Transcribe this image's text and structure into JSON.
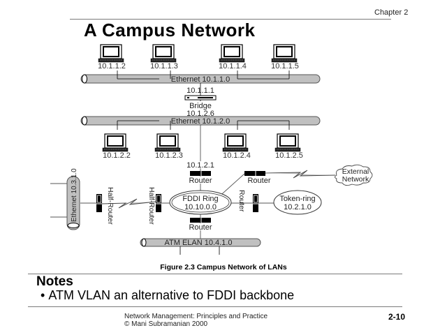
{
  "header": {
    "chapter": "Chapter 2",
    "title": "A Campus Network"
  },
  "diagram": {
    "segments": {
      "eth1": "Ethernet 10.1.1.0",
      "eth2": "Ethernet 10.1.2.0",
      "eth3": "Ethernet 10.3.1.0",
      "atm": "ATM ELAN 10.4.1.0"
    },
    "hosts_row1": [
      "10.1.1.2",
      "10.1.1.3",
      "10.1.1.4",
      "10.1.1.5"
    ],
    "hosts_row2": [
      "10.1.2.2",
      "10.1.2.3",
      "10.1.2.4",
      "10.1.2.5"
    ],
    "bridge": {
      "top_addr": "10.1.1.1",
      "label": "Bridge",
      "bottom_addr": "10.1.2.6"
    },
    "routers": {
      "main_addr": "10.1.2.1",
      "main_label": "Router",
      "external_label": "Router",
      "token_label": "Router",
      "atm_label": "Router",
      "half_left": "Half-Router",
      "half_right": "Half-Router"
    },
    "fddi": {
      "line1": "FDDI Ring",
      "line2": "10.10.0.0"
    },
    "token_ring": {
      "line1": "Token-ring",
      "line2": "10.2.1.0"
    },
    "external": {
      "line1": "External",
      "line2": "Network"
    }
  },
  "caption": "Figure 2.3 Campus Network of LANs",
  "notes": {
    "heading": "Notes",
    "items": [
      "ATM VLAN an alternative to FDDI backbone"
    ]
  },
  "footer": {
    "line1": "Network Management: Principles and Practice",
    "line2": "©  Mani Subramanian 2000",
    "page": "2-10"
  }
}
